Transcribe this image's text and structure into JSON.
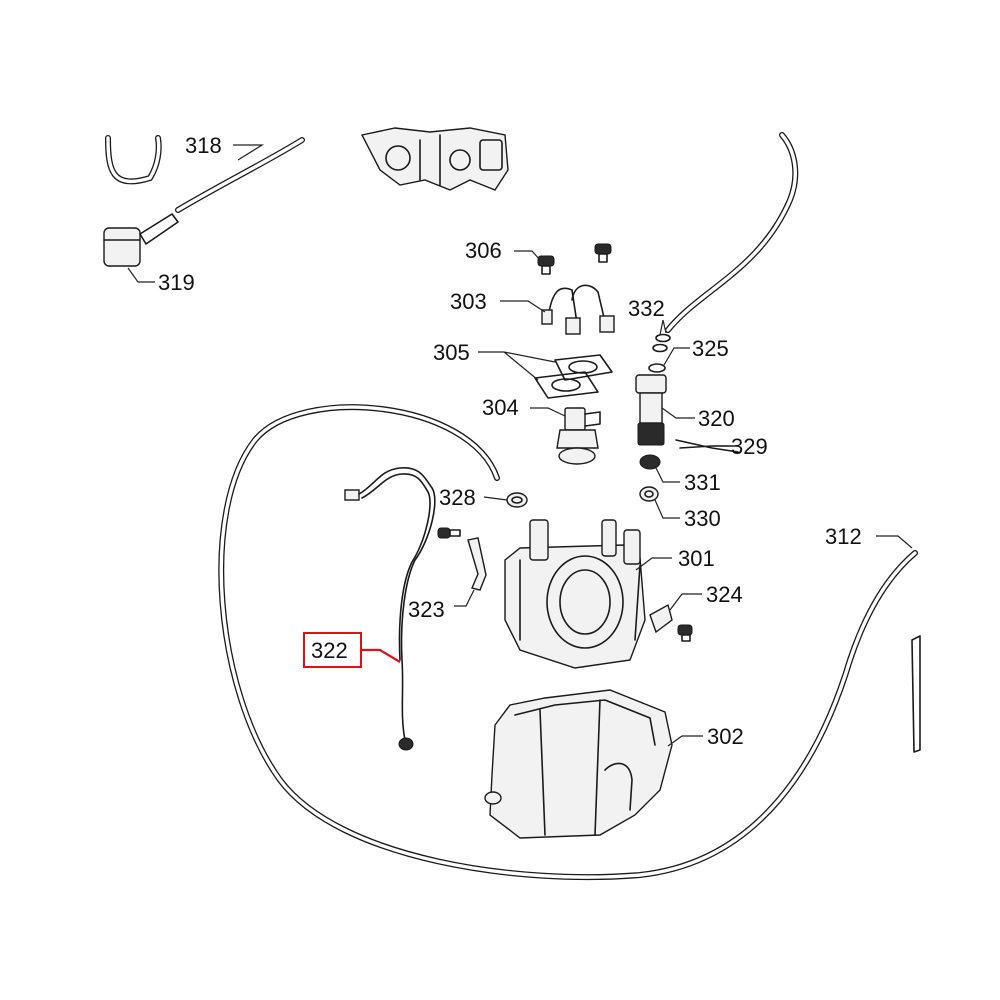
{
  "diagram": {
    "highlight_color": "#e0101a",
    "highlighted_part": "322",
    "labels": {
      "p301": "301",
      "p302": "302",
      "p303": "303",
      "p304": "304",
      "p305": "305",
      "p306": "306",
      "p312": "312",
      "p318": "318",
      "p319": "319",
      "p320": "320",
      "p322": "322",
      "p323": "323",
      "p324": "324",
      "p325": "325",
      "p328": "328",
      "p329": "329",
      "p330": "330",
      "p331": "331",
      "p332": "332"
    }
  }
}
